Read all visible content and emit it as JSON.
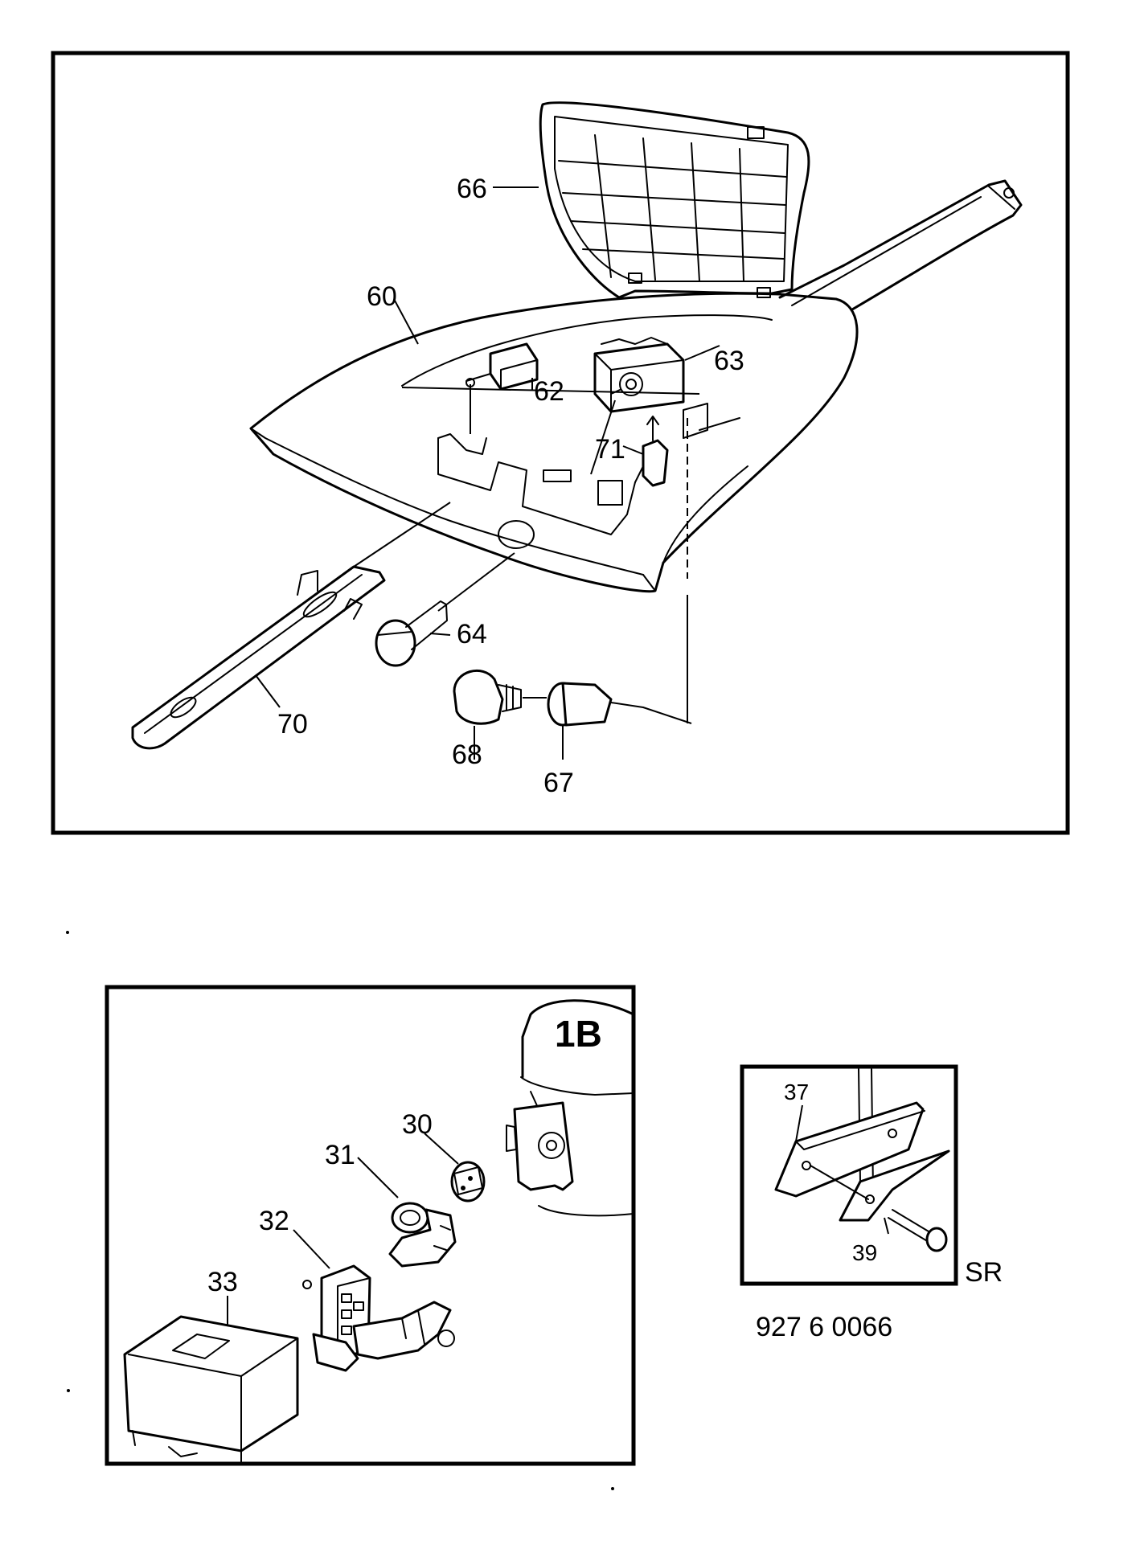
{
  "panels": {
    "main": {
      "labels": {
        "p60": "60",
        "p62": "62",
        "p63": "63",
        "p64": "64",
        "p66": "66",
        "p67": "67",
        "p68": "68",
        "p70": "70",
        "p71": "71"
      }
    },
    "compressor": {
      "badge": "1B",
      "labels": {
        "p30": "30",
        "p31": "31",
        "p32": "32",
        "p33": "33"
      }
    },
    "bracket": {
      "labels": {
        "p37": "37",
        "p39": "39"
      },
      "variant": "SR"
    }
  },
  "document": {
    "part_number": "927 6 0066"
  }
}
